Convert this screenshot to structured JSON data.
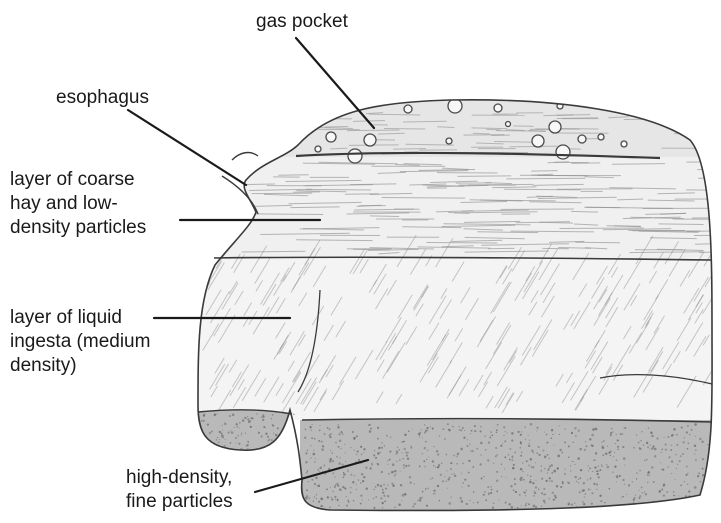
{
  "diagram": {
    "labels": {
      "gas_pocket": [
        "gas pocket"
      ],
      "esophagus": [
        "esophagus"
      ],
      "coarse_layer": [
        "layer of coarse",
        "hay and low-",
        "density particles"
      ],
      "liquid_layer": [
        "layer of liquid",
        "ingesta (medium",
        "density)"
      ],
      "high_density": [
        "high-density,",
        "fine particles"
      ]
    },
    "colors": {
      "outline": "#3a3a3a",
      "line": "#1a1a1a",
      "hatch": "#8a8a8a",
      "gas_fill": "#e6e6e6",
      "coarse_fill": "#f0f0f0",
      "liquid_fill": "#f4f4f4",
      "sediment_fill": "#b9b9b9"
    }
  }
}
